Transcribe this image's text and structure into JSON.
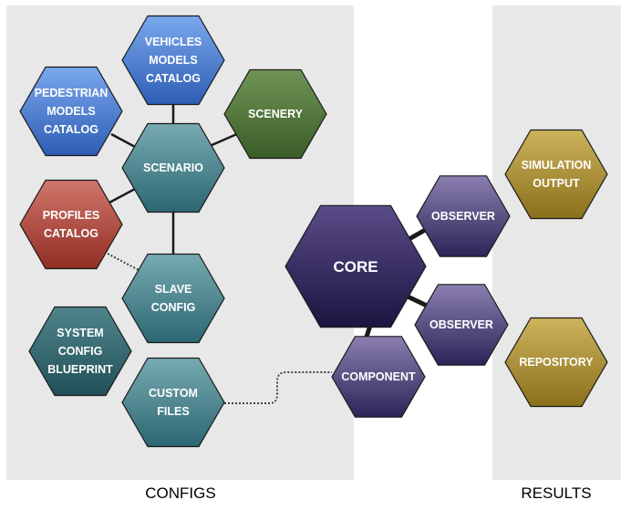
{
  "panels": {
    "configs": "CONFIGS",
    "results": "RESULTS"
  },
  "nodes": {
    "vehicles": [
      "VEHICLES",
      "MODELS",
      "CATALOG"
    ],
    "pedestrian": [
      "PEDESTRIAN",
      "MODELS",
      "CATALOG"
    ],
    "scenery": [
      "SCENERY"
    ],
    "scenario": [
      "SCENARIO"
    ],
    "profiles": [
      "PROFILES",
      "CATALOG"
    ],
    "slave": [
      "SLAVE",
      "CONFIG"
    ],
    "system": [
      "SYSTEM",
      "CONFIG",
      "BLUEPRINT"
    ],
    "custom": [
      "CUSTOM",
      "FILES"
    ],
    "core": [
      "CORE"
    ],
    "observer1": [
      "OBSERVER"
    ],
    "observer2": [
      "OBSERVER"
    ],
    "component": [
      "COMPONENT"
    ],
    "simulation": [
      "SIMULATION",
      "OUTPUT"
    ],
    "repository": [
      "REPOSITORY"
    ]
  },
  "colors": {
    "blue": "#4a79c9",
    "green": "#4d7336",
    "teal": "#3f7d86",
    "red": "#a8443a",
    "purple": "#3c2e66",
    "gold": "#a58a2c",
    "panel": "#e8e8e8"
  }
}
